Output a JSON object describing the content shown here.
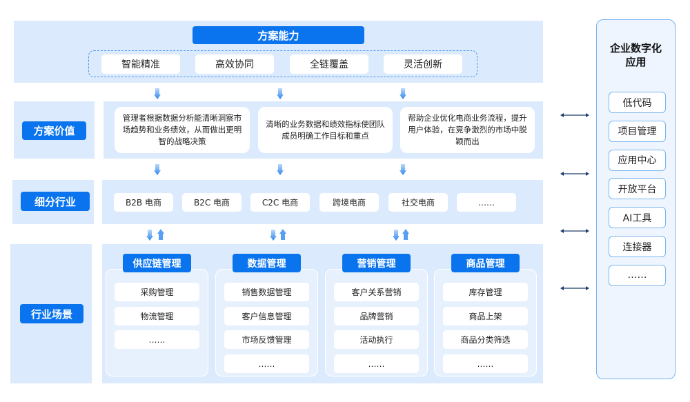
{
  "capability": {
    "title": "方案能力",
    "items": [
      "智能精准",
      "高效协同",
      "全链覆盖",
      "灵活创新"
    ]
  },
  "value": {
    "label": "方案价值",
    "items": [
      "管理者根据数据分析能清晰洞察市场趋势和业务绩效，从而做出更明智的战略决策",
      "清晰的业务数据和绩效指标使团队成员明确工作目标和重点",
      "帮助企业优化电商业务流程，提升用户体验，在竞争激烈的市场中脱颖而出"
    ]
  },
  "industry": {
    "label": "细分行业",
    "items": [
      "B2B 电商",
      "B2C 电商",
      "C2C 电商",
      "跨境电商",
      "社交电商",
      "……"
    ]
  },
  "scenes": {
    "label": "行业场景",
    "groups": [
      {
        "title": "供应链管理",
        "items": [
          "采购管理",
          "物流管理",
          "……"
        ]
      },
      {
        "title": "数据管理",
        "items": [
          "销售数据管理",
          "客户信息管理",
          "市场反馈管理",
          "……"
        ]
      },
      {
        "title": "营销管理",
        "items": [
          "客户关系营销",
          "品牌营销",
          "活动执行",
          "……"
        ]
      },
      {
        "title": "商品管理",
        "items": [
          "库存管理",
          "商品上架",
          "商品分类筛选",
          "……"
        ]
      }
    ]
  },
  "enterprise": {
    "title": "企业数字化应用",
    "items": [
      "低代码",
      "项目管理",
      "应用中心",
      "开放平台",
      "AI工具",
      "连接器",
      "……"
    ]
  },
  "colors": {
    "accent": "#0a74ee",
    "panel": "#dbeafc"
  }
}
